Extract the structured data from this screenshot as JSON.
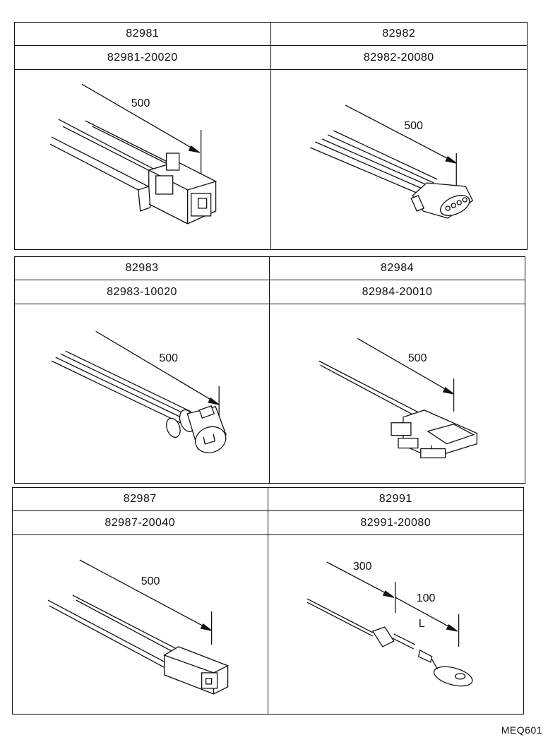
{
  "blocks": [
    {
      "parts": [
        {
          "group": "82981",
          "part_no": "82981-20020",
          "dims": [
            "500"
          ]
        },
        {
          "group": "82982",
          "part_no": "82982-20080",
          "dims": [
            "500"
          ]
        }
      ]
    },
    {
      "parts": [
        {
          "group": "82983",
          "part_no": "82983-10020",
          "dims": [
            "500"
          ]
        },
        {
          "group": "82984",
          "part_no": "82984-20010",
          "dims": [
            "500"
          ]
        }
      ]
    },
    {
      "parts": [
        {
          "group": "82987",
          "part_no": "82987-20040",
          "dims": [
            "500"
          ]
        },
        {
          "group": "82991",
          "part_no": "82991-20080",
          "dims": [
            "300",
            "100",
            "L"
          ]
        }
      ]
    }
  ],
  "figure_code": "MEQ601"
}
